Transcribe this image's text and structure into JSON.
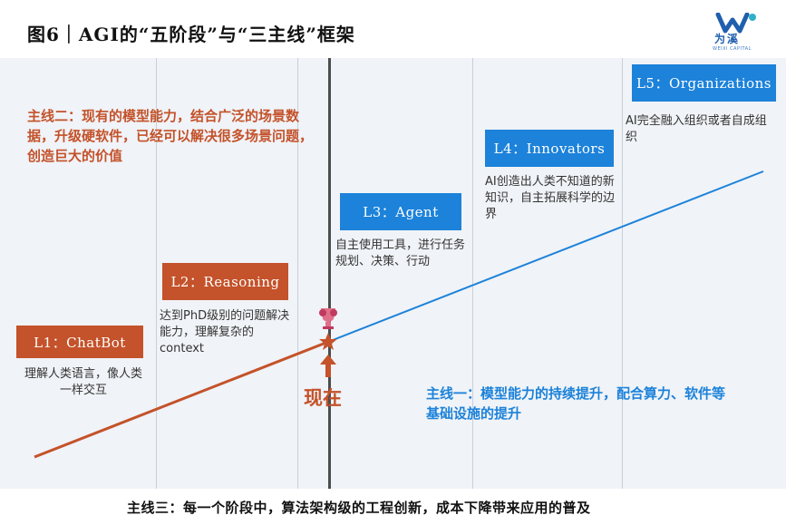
{
  "title": "图6｜AGI的“五阶段”与“三主线”框架",
  "logo": {
    "text": "为溪",
    "sub": "WEIXI CAPITAL"
  },
  "stages": [
    {
      "label": "L1：ChatBot",
      "desc": "理解人类语言，像人类一样交互"
    },
    {
      "label": "L2：Reasoning",
      "desc": "达到PhD级别的问题解决能力，理解复杂的context"
    },
    {
      "label": "L3：Agent",
      "desc": "自主使用工具，进行任务规划、决策、行动"
    },
    {
      "label": "L4：Innovators",
      "desc": "AI创造出人类不知道的新知识，自主拓展科学的边界"
    },
    {
      "label": "L5：Organizations",
      "desc": "AI完全融入组织或者自成组织"
    }
  ],
  "main_line_2": "主线二：现有的模型能力，结合广泛的场景数据，升级硬软件，已经可以解决很多场景问题，创造巨大的价值",
  "main_line_1": "主线一：模型能力的持续提升，配合算力、软件等基础设施的提升",
  "main_line_3": "主线三：每一个阶段中，算法架构级的工程创新，成本下降带来应用的普及",
  "now_label": "现在",
  "colors": {
    "orange": "#c4522a",
    "blue": "#1c82da",
    "now_line": "#4c4c4c"
  }
}
